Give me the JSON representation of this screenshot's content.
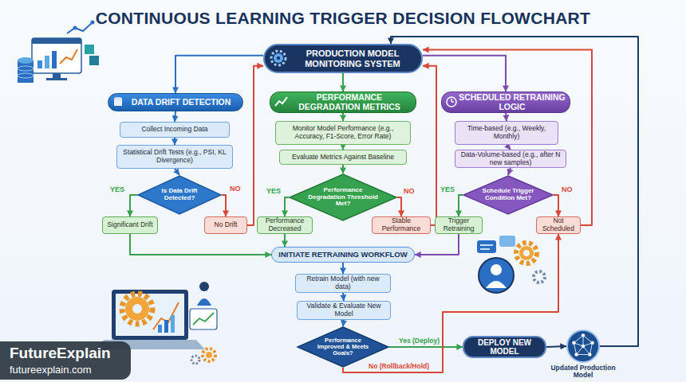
{
  "diagram": {
    "title": "CONTINUOUS LEARNING TRIGGER DECISION FLOWCHART",
    "nodes": [
      {
        "text": [
          "PRODUCTION MODEL MONITORING SYSTEM"
        ]
      },
      {
        "text": [
          "DATA DRIFT DETECTION"
        ]
      },
      {
        "text": [
          "Collect Incoming Data"
        ]
      },
      {
        "text": [
          "Statistical Drift Tests (e.g., PSI, KL Divergence)"
        ]
      },
      {
        "text": [
          "Is Data Drift Detected?"
        ]
      },
      {
        "text": [
          "Significant Drift"
        ]
      },
      {
        "text": [
          "No Drift"
        ]
      },
      {
        "text": [
          "PERFORMANCE DEGRADATION METRICS"
        ]
      },
      {
        "text": [
          "Monitor Model Performance (e.g., Accuracy, F1-Score, Error Rate)"
        ]
      },
      {
        "text": [
          "Evaluate Metrics Against Baseline"
        ]
      },
      {
        "text": [
          "Performance Degradation Threshold Met?"
        ]
      },
      {
        "text": [
          "Performance Decreased"
        ]
      },
      {
        "text": [
          "Stable Performance"
        ]
      },
      {
        "text": [
          "SCHEDULED RETRAINING LOGIC"
        ]
      },
      {
        "text": [
          "Time-based (e.g., Weekly, Monthly)"
        ]
      },
      {
        "text": [
          "Data-Volume-based (e.g., after N new samples)"
        ]
      },
      {
        "text": [
          "Schedule Trigger Condition Met?"
        ]
      },
      {
        "text": [
          "Trigger Retraining"
        ]
      },
      {
        "text": [
          "Not Scheduled"
        ]
      },
      {
        "text": [
          "INITIATE RETRAINING WORKFLOW"
        ]
      },
      {
        "text": [
          "Retrain Model (with new data)"
        ]
      },
      {
        "text": [
          "Validate & Evaluate New Model"
        ]
      },
      {
        "text": [
          "Performance Improved & Meets Goals?"
        ]
      },
      {
        "text": [
          "DEPLOY NEW MODEL"
        ]
      },
      {
        "text": [
          "Updated Production Model"
        ]
      }
    ],
    "edges": [
      {
        "from": 0,
        "to": 1,
        "arrow": "to"
      },
      {
        "from": 0,
        "to": 7,
        "arrow": "to"
      },
      {
        "from": 0,
        "to": 13,
        "arrow": "to"
      },
      {
        "from": 1,
        "to": 2,
        "arrow": "to"
      },
      {
        "from": 2,
        "to": 3,
        "arrow": "to"
      },
      {
        "from": 3,
        "to": 4,
        "arrow": "to"
      },
      {
        "from": 4,
        "to": 5,
        "label": "YES",
        "arrow": "to"
      },
      {
        "from": 4,
        "to": 6,
        "label": "NO",
        "arrow": "to"
      },
      {
        "from": 6,
        "to": 0,
        "arrow": "to"
      },
      {
        "from": 7,
        "to": 8,
        "arrow": "to"
      },
      {
        "from": 8,
        "to": 9,
        "arrow": "to"
      },
      {
        "from": 9,
        "to": 10,
        "arrow": "to"
      },
      {
        "from": 10,
        "to": 11,
        "label": "YES",
        "arrow": "to"
      },
      {
        "from": 10,
        "to": 12,
        "label": "NO",
        "arrow": "to"
      },
      {
        "from": 12,
        "to": 0,
        "arrow": "to"
      },
      {
        "from": 13,
        "to": 14,
        "arrow": "to"
      },
      {
        "from": 14,
        "to": 15,
        "arrow": "to"
      },
      {
        "from": 15,
        "to": 16,
        "arrow": "to"
      },
      {
        "from": 16,
        "to": 17,
        "label": "YES",
        "arrow": "to"
      },
      {
        "from": 16,
        "to": 18,
        "label": "NO",
        "arrow": "to"
      },
      {
        "from": 18,
        "to": 0,
        "arrow": "to"
      },
      {
        "from": 24,
        "to": 0,
        "arrow": "to"
      },
      {
        "from": 5,
        "to": 19,
        "arrow": "to"
      },
      {
        "from": 11,
        "to": 19,
        "arrow": "to"
      },
      {
        "from": 17,
        "to": 19,
        "arrow": "to"
      },
      {
        "from": 19,
        "to": 20,
        "arrow": "to"
      },
      {
        "from": 20,
        "to": 21,
        "arrow": "to"
      },
      {
        "from": 21,
        "to": 22,
        "arrow": "to"
      },
      {
        "from": 22,
        "to": 23,
        "label": "Yes (Deploy)",
        "arrow": "to"
      },
      {
        "from": 23,
        "to": 24,
        "arrow": "to"
      },
      {
        "from": 22,
        "to": 18,
        "label": "No (Rollback/Hold)",
        "arrow": "to"
      }
    ],
    "labels": [
      "FutureExplain",
      "futureexplain.com"
    ]
  }
}
